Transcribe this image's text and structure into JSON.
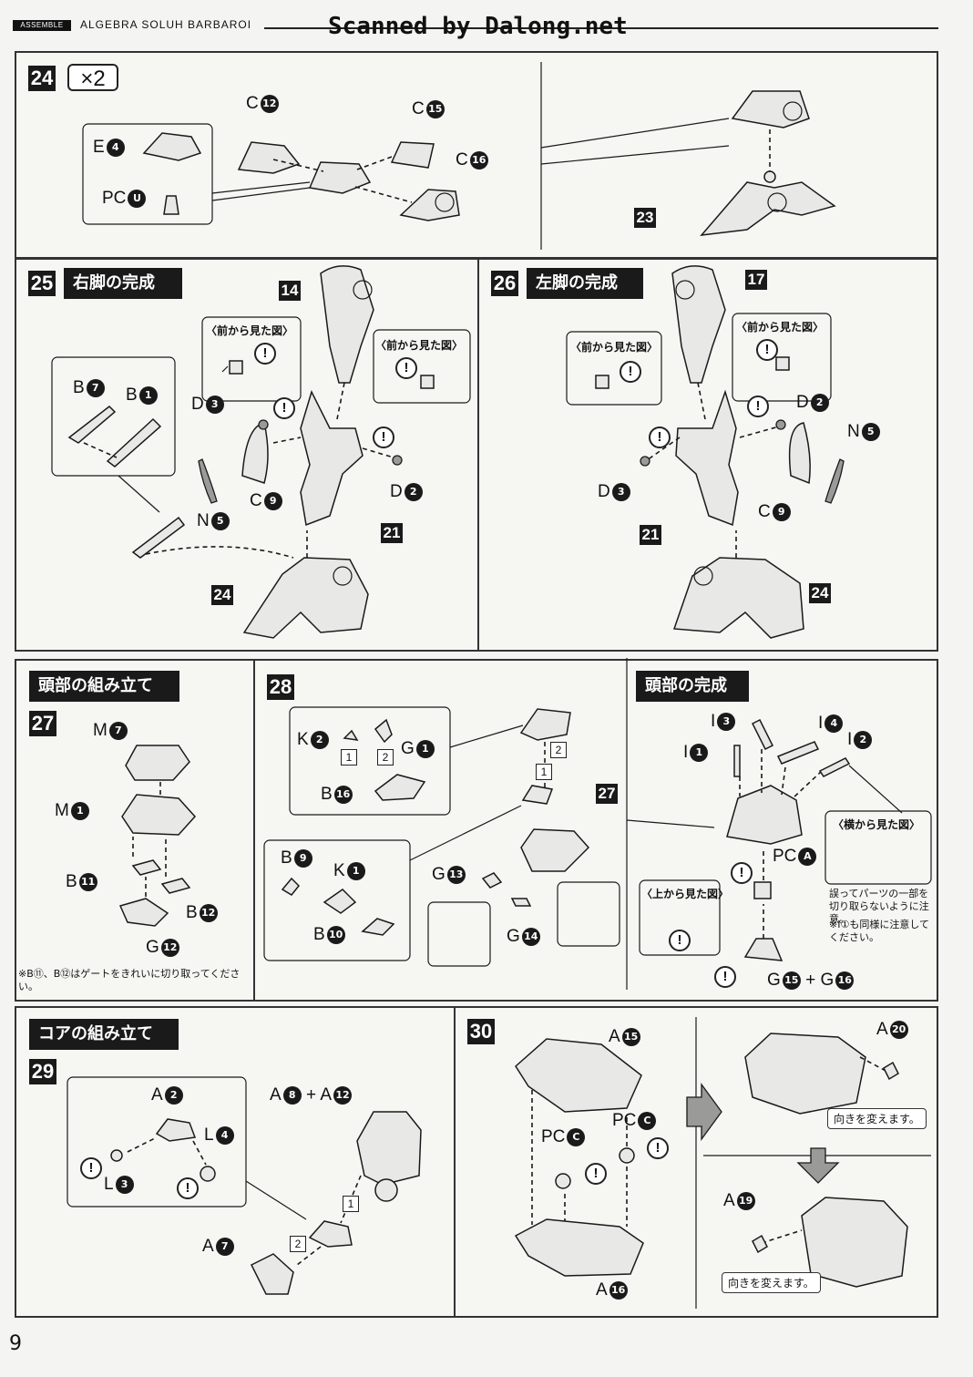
{
  "header": {
    "tag": "ASSEMBLE",
    "title": "ALGEBRA SOLUH BARBAROI",
    "scan_credit": "Scanned by Dalong.net"
  },
  "page_number": "9",
  "steps": {
    "s24": {
      "num": "24",
      "multiplier": "×2",
      "ref_23": "23"
    },
    "s25": {
      "num": "25",
      "title": "右脚の完成",
      "ref_14": "14",
      "ref_21": "21",
      "ref_24": "24",
      "inset_front_a": "〈前から見た図〉",
      "inset_front_b": "〈前から見た図〉"
    },
    "s26": {
      "num": "26",
      "title": "左脚の完成",
      "ref_17": "17",
      "ref_21": "21",
      "ref_24": "24",
      "inset_front_a": "〈前から見た図〉",
      "inset_front_b": "〈前から見た図〉"
    },
    "head_assembly": {
      "title": "頭部の組み立て"
    },
    "s27": {
      "num": "27",
      "note": "※B⑪、B⑫はゲートをきれいに切り取ってください。"
    },
    "s28": {
      "num": "28",
      "ref_27": "27"
    },
    "head_complete": {
      "title": "頭部の完成",
      "side_view": "〈横から見た図〉",
      "top_view": "〈上から見た図〉",
      "caution_1": "誤ってパーツの一部を切り取らないように注意。",
      "caution_2": "※I①も同様に注意してください。"
    },
    "core_assembly": {
      "title": "コアの組み立て"
    },
    "s29": {
      "num": "29"
    },
    "s30": {
      "num": "30",
      "turn_1": "向きを変えます。",
      "turn_2": "向きを変えます。"
    }
  },
  "labels": {
    "E4": "E",
    "PCU": "PC",
    "C12": "C",
    "C15": "C",
    "C16": "C",
    "B7": "B",
    "B1": "B",
    "D3": "D",
    "D2": "D",
    "C9": "C",
    "N5": "N",
    "M7": "M",
    "M1": "M",
    "B11": "B",
    "B12": "B",
    "G12": "G",
    "K2": "K",
    "G1": "G",
    "B16": "B",
    "B9": "B",
    "K1": "K",
    "B10": "B",
    "G13": "G",
    "G14": "G",
    "I3": "I",
    "I4": "I",
    "I1": "I",
    "I2": "I",
    "PCA": "PC",
    "G15G16": "G",
    "A2": "A",
    "L4": "L",
    "L3": "L",
    "A8A12": "A",
    "A7": "A",
    "A15": "A",
    "PCC": "PC",
    "A16": "A",
    "A20": "A",
    "A19": "A"
  },
  "circled": {
    "n1": "1",
    "n2": "2",
    "n3": "3",
    "n4": "4",
    "n5": "5",
    "n7": "7",
    "n8": "8",
    "n9": "9",
    "n10": "10",
    "n11": "11",
    "n12": "12",
    "n13": "13",
    "n14": "14",
    "n15": "15",
    "n16": "16",
    "n19": "19",
    "n20": "20",
    "nU": "U",
    "nA": "A",
    "nC": "C"
  },
  "seq": {
    "one": "1",
    "two": "2"
  },
  "symbols": {
    "warn": "!",
    "plus": "+"
  }
}
